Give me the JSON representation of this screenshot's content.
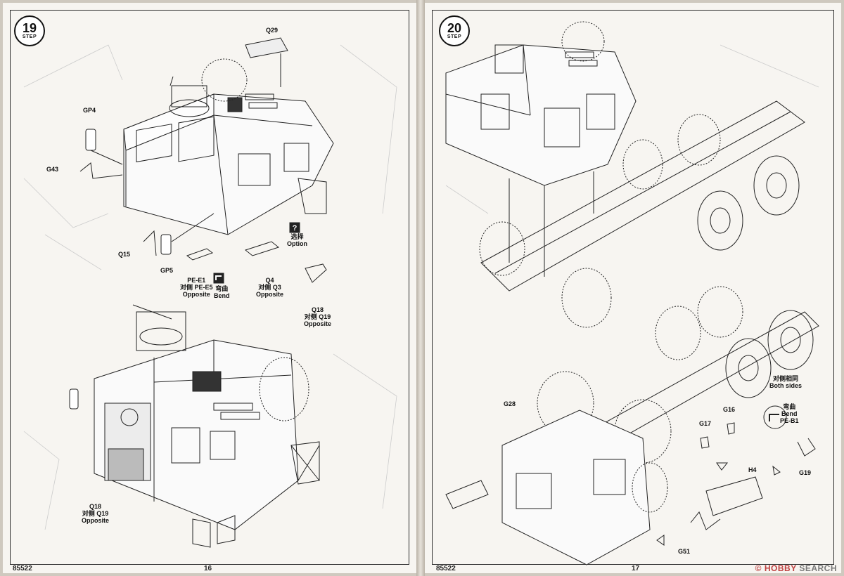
{
  "left_page": {
    "step_number": "19",
    "step_word": "STEP",
    "page_number": "16",
    "kit_number": "85522",
    "labels": {
      "q29": "Q29",
      "gp4": "GP4",
      "g43": "G43",
      "q15": "Q15",
      "gp5": "GP5",
      "pe_e1": "PE-E1",
      "pe_e5": "对侧 PE-E5",
      "pe_opp": "Opposite",
      "bend_zh": "弯曲",
      "bend_en": "Bend",
      "q4": "Q4",
      "q3": "对侧 Q3",
      "q_opp": "Opposite",
      "option_zh": "选择",
      "option_en": "Option",
      "q18": "Q18",
      "q19": "对侧 Q19",
      "q19_opp": "Opposite",
      "q18b": "Q18",
      "q19b": "对侧 Q19",
      "q19b_opp": "Opposite"
    }
  },
  "right_page": {
    "step_number": "20",
    "step_word": "STEP",
    "page_number": "17",
    "kit_number": "85522",
    "labels": {
      "g28": "G28",
      "g17": "G17",
      "g16": "G16",
      "both_zh": "对侧相同",
      "both_en": "Both sides",
      "bend_zh": "弯曲",
      "bend_en": "Bend",
      "pe_b1": "PE-B1",
      "h4": "H4",
      "g19": "G19",
      "g51": "G51"
    }
  },
  "watermark": {
    "brand": "HOBBY",
    "word": "SEARCH",
    "symbol": "©"
  }
}
